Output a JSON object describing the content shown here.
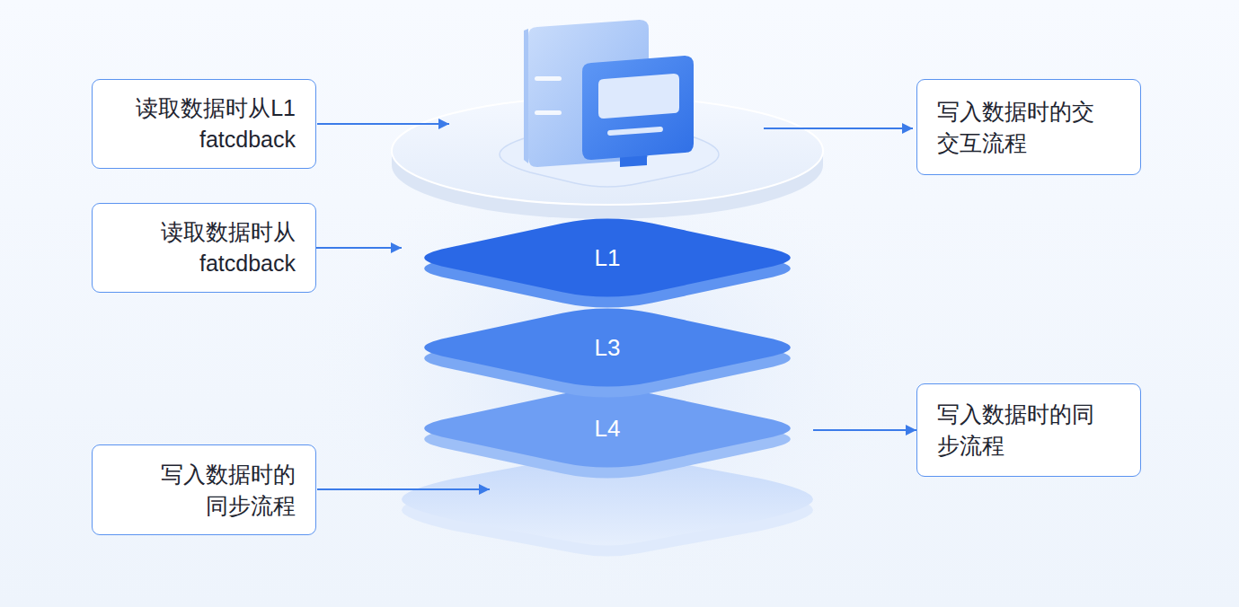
{
  "diagram": {
    "nodes": [
      {
        "text": [
          "读取数据时从L1 fatcdback"
        ]
      },
      {
        "text": [
          "写入数据时的交 交互流程"
        ]
      },
      {
        "text": [
          "读取数据时从 fatcdback"
        ]
      },
      {
        "text": [
          "L1"
        ]
      },
      {
        "text": [
          "L3"
        ]
      },
      {
        "text": [
          "L4"
        ]
      },
      {
        "text": [
          "写入数据时的同 步流程"
        ]
      },
      {
        "text": [
          "写入数据时的 同步流程"
        ]
      }
    ],
    "edges": [
      {
        "from": 2,
        "to": 3,
        "arrow": "to"
      },
      {
        "from": 5,
        "to": 6,
        "arrow": "to"
      }
    ]
  }
}
